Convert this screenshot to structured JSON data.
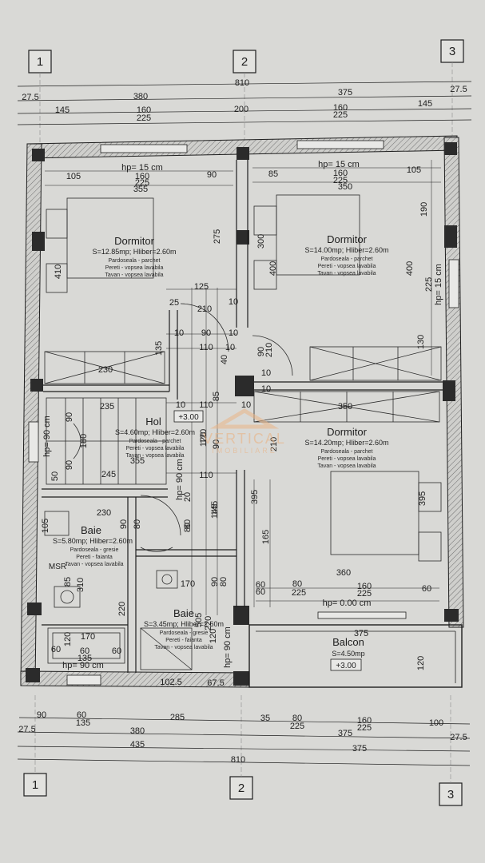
{
  "axes": [
    "1",
    "2",
    "3"
  ],
  "top_dims": {
    "overall": "810",
    "row1": [
      "27.5",
      "380",
      "375",
      "27.5"
    ],
    "row2": [
      "145",
      "160",
      "225",
      "200",
      "160",
      "225",
      "145"
    ]
  },
  "bottom_dims": {
    "row1": [
      "90",
      "60",
      "135",
      "285",
      "35",
      "80",
      "225",
      "160",
      "225",
      "100"
    ],
    "row2": [
      "27.5",
      "380",
      "375",
      "27.5"
    ],
    "row3": [
      "435",
      "375"
    ],
    "overall": "810"
  },
  "interior_dims": [
    "hp= 15 cm",
    "105",
    "160",
    "225",
    "90",
    "85",
    "hp= 15 cm",
    "160",
    "225",
    "105",
    "355",
    "350",
    "275",
    "300",
    "410",
    "400",
    "190",
    "400",
    "225",
    "hp= 15 cm",
    "125",
    "25",
    "210",
    "10",
    "10",
    "90",
    "110",
    "10",
    "10",
    "135",
    "90",
    "210",
    "230",
    "130",
    "235",
    "10",
    "110",
    "10",
    "10",
    "10",
    "85",
    "120",
    "350",
    "hp= 90 cm",
    "90",
    "180",
    "355",
    "90",
    "210",
    "120",
    "50",
    "90",
    "245",
    "110",
    "hp= 90 cm",
    "20",
    "395",
    "395",
    "230",
    "90",
    "80",
    "145",
    "165",
    "105",
    "80",
    "85",
    "310",
    "170",
    "90",
    "80",
    "220",
    "360",
    "60",
    "60",
    "80",
    "225",
    "160",
    "225",
    "60",
    "hp= 0.00 cm",
    "170",
    "120",
    "60",
    "60",
    "60",
    "135",
    "hp= 90 cm",
    "505",
    "120",
    "hp= 90 cm",
    "120",
    "375",
    "102.5",
    "67.5",
    "40",
    "220",
    "80",
    "145"
  ],
  "rooms": [
    {
      "name": "Dormitor",
      "area": "S=12.85mp; Hliber=2.60m",
      "finish": [
        "Pardoseala - parchet",
        "Pereti - vopsea lavabila",
        "Tavan - vopsea lavabila"
      ]
    },
    {
      "name": "Dormitor",
      "area": "S=14.00mp; Hliber=2.60m",
      "finish": [
        "Pardoseala - parchet",
        "Pereti - vopsea lavabila",
        "Tavan - vopsea lavabila"
      ]
    },
    {
      "name": "Hol",
      "area": "S=4.60mp; Hliber=2.60m",
      "finish": [
        "Pardoseala - parchet",
        "Pereti - vopsea lavabila",
        "Tavan - vopsea lavabila"
      ]
    },
    {
      "name": "Dormitor",
      "area": "S=14.20mp; Hliber=2.60m",
      "finish": [
        "Pardoseala - parchet",
        "Pereti - vopsea lavabila",
        "Tavan - vopsea lavabila"
      ]
    },
    {
      "name": "Baie",
      "area": "S=5.80mp; Hliber=2.60m",
      "finish": [
        "Pardoseala - gresie",
        "Pereti - faianta",
        "Tavan - vopsea lavabila"
      ]
    },
    {
      "name": "Baie",
      "area": "S=3.45mp; Hliber=2.60m",
      "finish": [
        "Pardoseala - gresie",
        "Pereti - faianta",
        "Tavan - vopsea lavabila"
      ]
    },
    {
      "name": "Balcon",
      "area": "S=4.50mp",
      "finish": []
    }
  ],
  "tags": {
    "msr": "MSR",
    "level_hol": "+3.00",
    "level_balcon": "+3.00"
  },
  "watermark": {
    "brand": "VERTICAL",
    "sub": "IMOBILIARE"
  },
  "colors": {
    "paper": "#d9d9d6",
    "ink": "#1e1e1e",
    "wall_fill": "#bdbdbd",
    "column": "#2b2b2b",
    "watermark": "#e9b486"
  }
}
